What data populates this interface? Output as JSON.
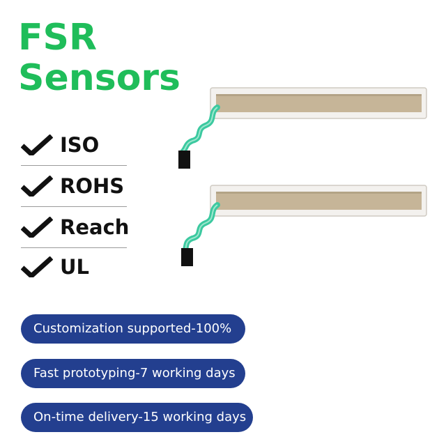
{
  "title": {
    "line1": "FSR",
    "line2": "Sensors"
  },
  "certifications": [
    {
      "label": "ISO",
      "icon": "checkmark-icon"
    },
    {
      "label": "ROHS",
      "icon": "checkmark-icon"
    },
    {
      "label": "Reach",
      "icon": "checkmark-icon"
    },
    {
      "label": "UL",
      "icon": "checkmark-icon"
    }
  ],
  "features": [
    {
      "label": "Customization supported-100%"
    },
    {
      "label": "Fast prototyping-7 working days"
    },
    {
      "label": "On-time delivery-15 working days"
    }
  ],
  "colors": {
    "title": "#1fbd5a",
    "pill_background": "#233f8f",
    "pill_text": "#ffffff",
    "sensor_strip": "#c9b79a",
    "sensor_tail": "#3cc9a0"
  },
  "images": [
    {
      "name": "fsr-strip-sensor-top"
    },
    {
      "name": "fsr-strip-sensor-bottom"
    }
  ]
}
